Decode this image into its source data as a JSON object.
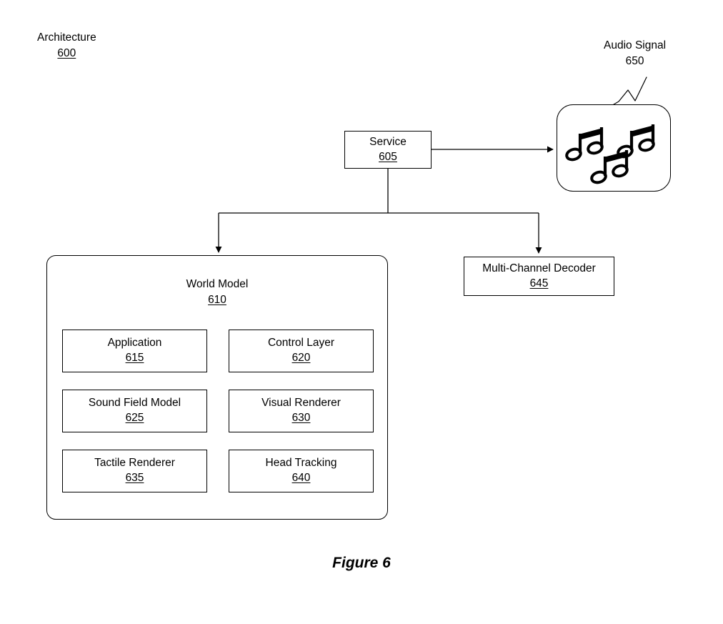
{
  "figure": {
    "caption": "Figure 6"
  },
  "architecture_label": {
    "title": "Architecture",
    "ref": "600"
  },
  "audio_signal_label": {
    "title": "Audio Signal",
    "ref": "650"
  },
  "service_box": {
    "title": "Service",
    "ref": "605"
  },
  "decoder_box": {
    "title": "Multi-Channel Decoder",
    "ref": "645"
  },
  "world_model": {
    "title": "World Model",
    "ref": "610",
    "components": [
      {
        "title": "Application",
        "ref": "615"
      },
      {
        "title": "Control Layer",
        "ref": "620"
      },
      {
        "title": "Sound Field Model",
        "ref": "625"
      },
      {
        "title": "Visual Renderer",
        "ref": "630"
      },
      {
        "title": "Tactile Renderer",
        "ref": "635"
      },
      {
        "title": "Head Tracking",
        "ref": "640"
      }
    ]
  },
  "icons": {
    "audio_signal": "music-notes-icon"
  },
  "colors": {
    "line": "#000000",
    "background": "#ffffff",
    "text": "#000000"
  }
}
